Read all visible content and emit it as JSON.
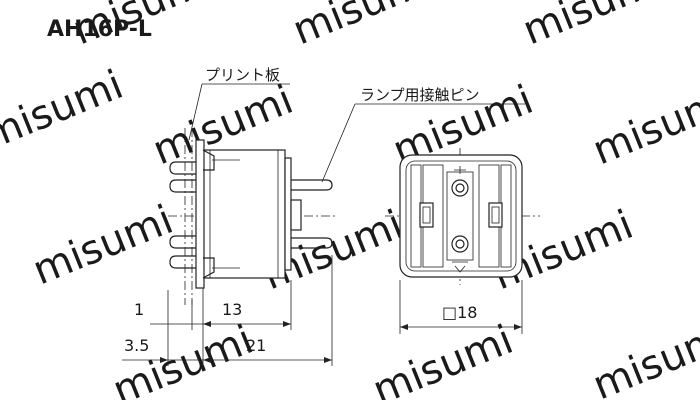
{
  "model": "AH16P-L",
  "watermark": "misumi",
  "labels": {
    "pcb": "プリント板",
    "lamp_pin": "ランプ用接触ピン"
  },
  "dimensions": {
    "d1": "1",
    "d13": "13",
    "d35": "3.5",
    "d21": "21",
    "d18": "□18"
  },
  "colors": {
    "line": "#222222",
    "watermark": "#dcdcdc"
  }
}
